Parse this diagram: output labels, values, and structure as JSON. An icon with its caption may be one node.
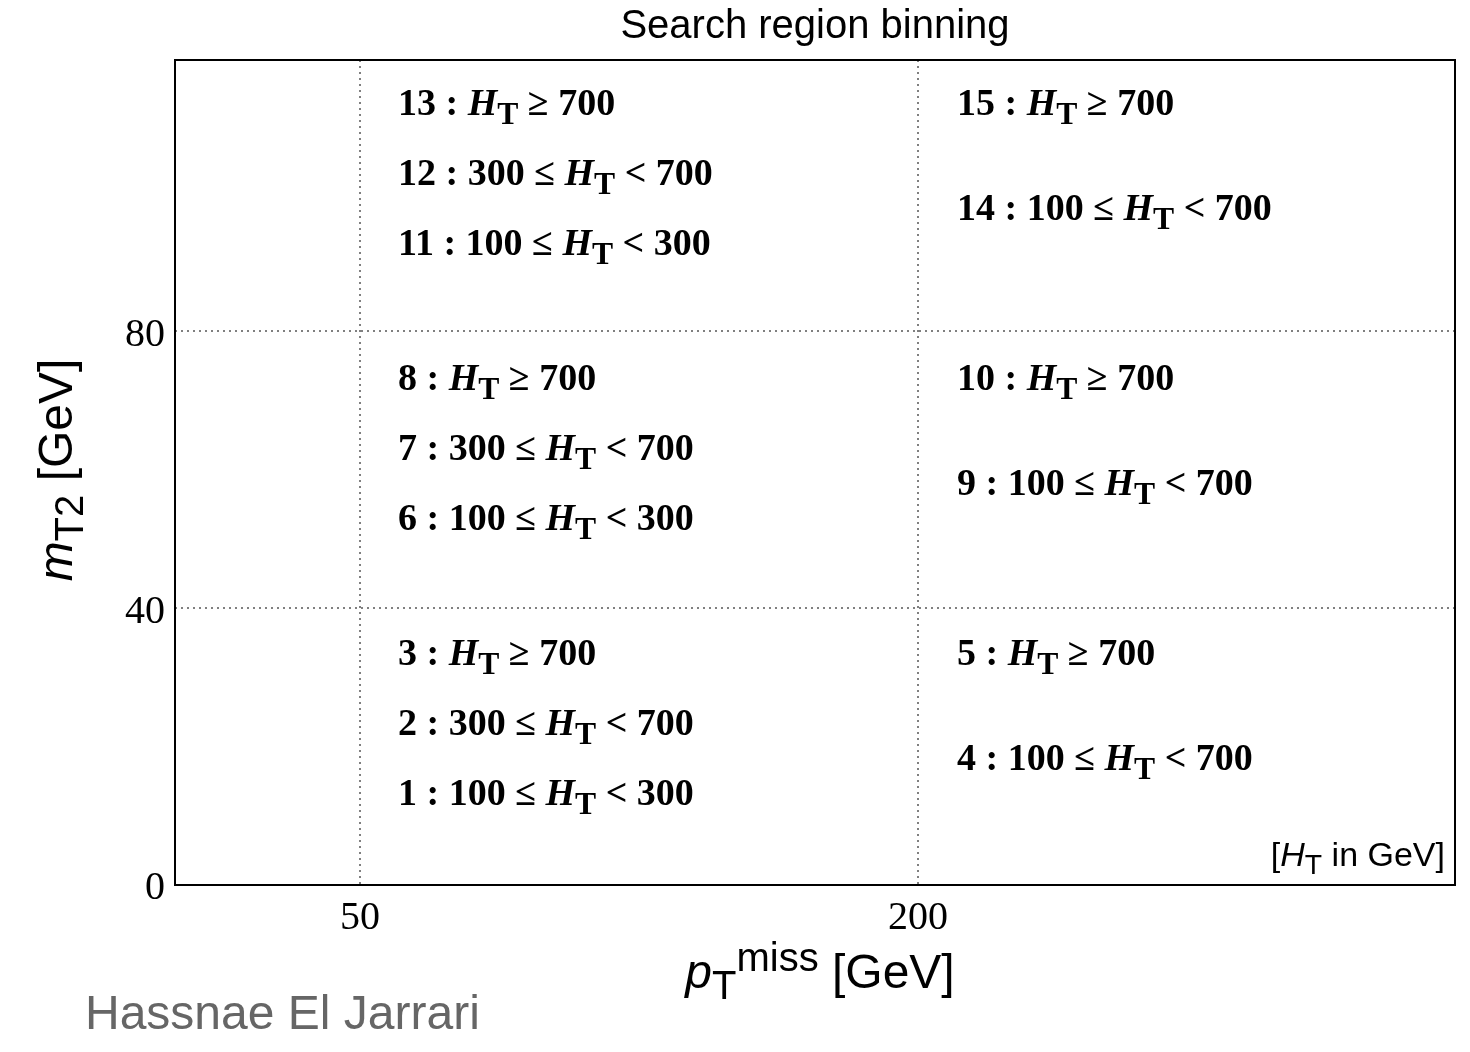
{
  "diagram": {
    "title": "Search region binning",
    "labels": [
      "13 : *H*$_{T}$ ≥ 700",
      "15 : *H*$_{T}$ ≥ 700",
      "12 : 300 ≤ *H*$_{T}$ < 700",
      "14 : 100 ≤ *H*$_{T}$ < 700",
      "11 : 100 ≤ *H*$_{T}$ < 300",
      "80",
      "8 : *H*$_{T}$ ≥ 700",
      "10 : *H*$_{T}$ ≥ 700",
      "7 : 300 ≤ *H*$_{T}$ < 700",
      "9 : 100 ≤ *H*$_{T}$ < 700",
      "6 : 100 ≤ *H*$_{T}$ < 300",
      "40",
      "3 : *H*$_{T}$ ≥ 700",
      "5 : *H*$_{T}$ ≥ 700",
      "2 : 300 ≤ *H*$_{T}$ < 700",
      "4 : 100 ≤ *H*$_{T}$ < 700",
      "1 : 100 ≤ *H*$_{T}$ < 300",
      "[*H*$_{T}$ in GeV]",
      "0",
      "*m*$_{T2}$ [GeV]",
      "50",
      "200",
      "*p*$_{T}$$^{miss}$ [GeV]",
      "Hassnae El Jarrari"
    ]
  }
}
